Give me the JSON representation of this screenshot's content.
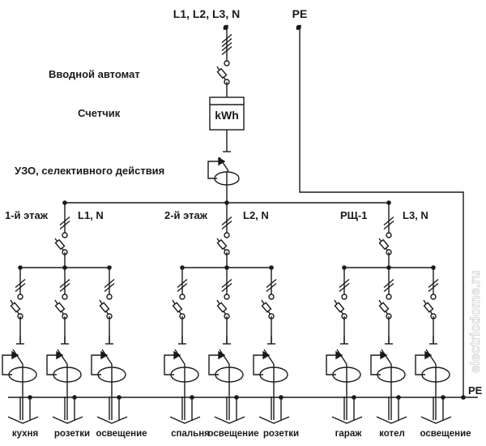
{
  "diagram": {
    "type": "electrical single-line schematic",
    "supply": {
      "phases_label": "L1, L2, L3, N",
      "pe_label": "PE"
    },
    "main_components": {
      "main_breaker_label": "Вводной автомат",
      "meter_label": "Счетчик",
      "meter_unit": "kWh",
      "rcd_label": "УЗО, селективного действия"
    },
    "groups": [
      {
        "name": "1-й этаж",
        "phase": "L1, N",
        "circuits": [
          "кухня",
          "розетки",
          "освещение"
        ]
      },
      {
        "name": "2-й этаж",
        "phase": "L2, N",
        "circuits": [
          "спальня",
          "освещение",
          "розетки"
        ]
      },
      {
        "name": "РЩ-1",
        "phase": "L3, N",
        "circuits": [
          "гараж",
          "котел",
          "освещение"
        ]
      }
    ],
    "pe_bus_label": "PE",
    "watermark": "electricdome.ru"
  }
}
